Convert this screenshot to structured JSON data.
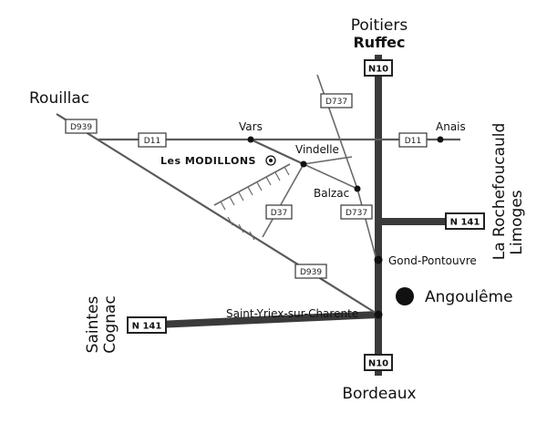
{
  "places": {
    "poitiers": "Poitiers",
    "ruffec": "Ruffec",
    "rouillac": "Rouillac",
    "vars": "Vars",
    "anais": "Anais",
    "vindelle": "Vindelle",
    "les_modillons": "Les MODILLONS",
    "balzac": "Balzac",
    "gond_pontouvre": "Gond-Pontouvre",
    "angouleme": "Angoulême",
    "saint_yriex": "Saint-Yriex-sur-Charente",
    "saintes": "Saintes",
    "cognac": "Cognac",
    "bordeaux": "Bordeaux",
    "la_rochefoucauld": "La Rochefoucauld",
    "limoges": "Limoges"
  },
  "roads": {
    "n10_top": "N10",
    "n10_bottom": "N10",
    "n141_east": "N 141",
    "n141_west": "N 141",
    "d939_west": "D939",
    "d939_south": "D939",
    "d11_west": "D11",
    "d11_east": "D11",
    "d737_north": "D737",
    "d737_south": "D737",
    "d37": "D37"
  }
}
